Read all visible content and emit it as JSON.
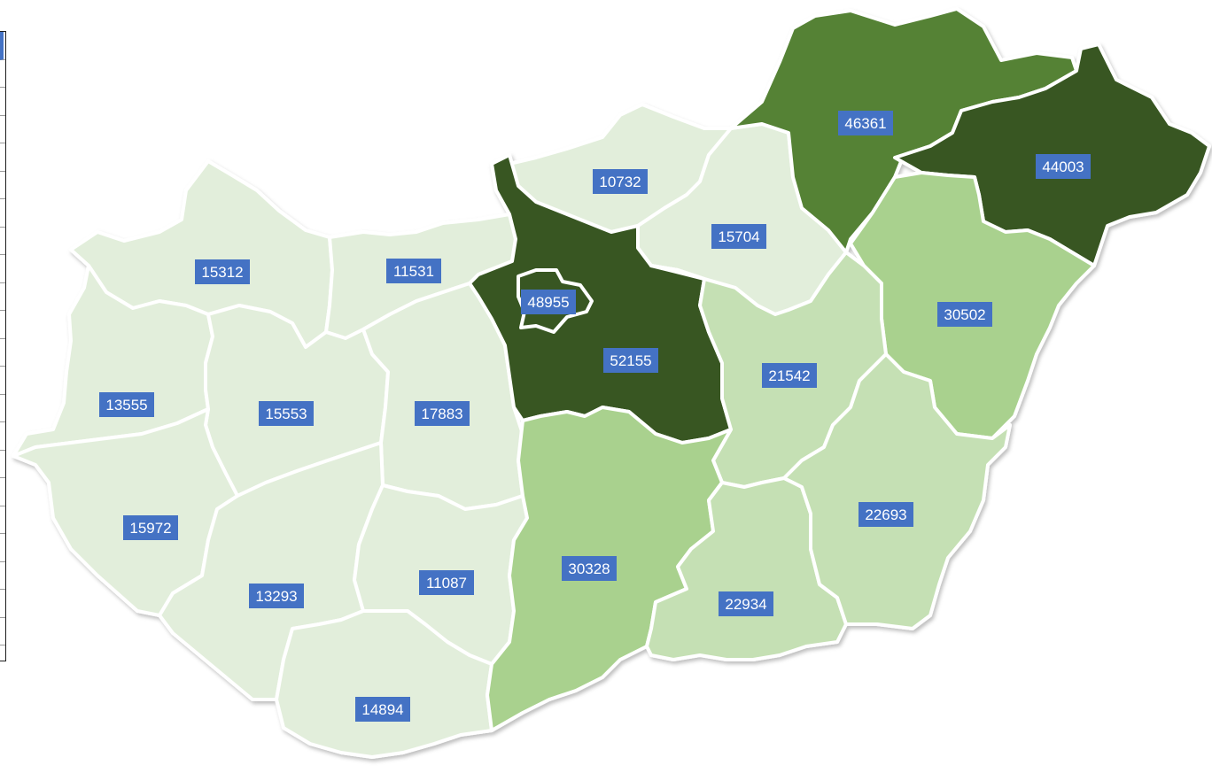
{
  "colors": {
    "level_1": "#e2eedb",
    "level_2": "#c5e0b4",
    "level_3": "#a9d18e",
    "level_4": "#548235",
    "level_5": "#385723",
    "label_background": "#4472c4",
    "label_text": "#ffffff",
    "border": "#ffffff"
  },
  "regions": [
    {
      "id": "gyor-moson-sopron",
      "value": "15312",
      "level": 1
    },
    {
      "id": "komarom-esztergom",
      "value": "11531",
      "level": 1
    },
    {
      "id": "vas",
      "value": "13555",
      "level": 1
    },
    {
      "id": "veszprem",
      "value": "15553",
      "level": 1
    },
    {
      "id": "fejer",
      "value": "17883",
      "level": 1
    },
    {
      "id": "zala",
      "value": "15972",
      "level": 1
    },
    {
      "id": "somogy",
      "value": "13293",
      "level": 1
    },
    {
      "id": "tolna",
      "value": "11087",
      "level": 1
    },
    {
      "id": "baranya",
      "value": "14894",
      "level": 1
    },
    {
      "id": "nograd",
      "value": "10732",
      "level": 1
    },
    {
      "id": "heves",
      "value": "15704",
      "level": 1
    },
    {
      "id": "pest",
      "value": "52155",
      "level": 5
    },
    {
      "id": "budapest",
      "value": "48955",
      "level": 5
    },
    {
      "id": "borsod-abauj-zemplen",
      "value": "46361",
      "level": 4
    },
    {
      "id": "szabolcs-szatmar-bereg",
      "value": "44003",
      "level": 5
    },
    {
      "id": "hajdu-bihar",
      "value": "30502",
      "level": 3
    },
    {
      "id": "jasz-nagykun-szolnok",
      "value": "21542",
      "level": 2
    },
    {
      "id": "bacs-kiskun",
      "value": "30328",
      "level": 3
    },
    {
      "id": "csongrad-csanad",
      "value": "22934",
      "level": 2
    },
    {
      "id": "bekes",
      "value": "22693",
      "level": 2
    }
  ]
}
